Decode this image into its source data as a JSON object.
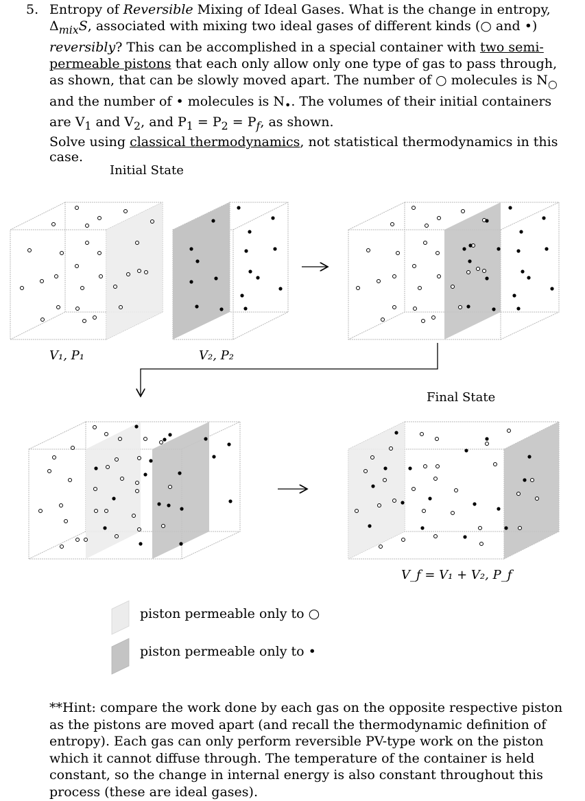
{
  "problem": {
    "number": "5.",
    "title_pre": "Entropy of ",
    "title_italic": "Reversible",
    "title_post": " Mixing of Ideal Gases. What is the change in entropy, Δ",
    "mix_sub": "mix",
    "s_var": "S",
    "line2": ", associated with mixing two ideal gases of different kinds (○ and •) ",
    "reversibly": "reversibly",
    "line3": "? This can be accomplished in a special container with ",
    "pistons_link": "two semi-permeable pistons",
    "line4": " that each only allow only one type of gas to pass through, as shown, that can be slowly moved apart. The number of ○ molecules is N",
    "n_open_sub": "○",
    "line5": " and the number of • molecules is N",
    "n_closed_sub": "•",
    "line6": ". The volumes of their initial containers are V",
    "v1_sub": "1",
    "and": " and V",
    "v2_sub": "2",
    "line7": ", and P",
    "p_eq": "1",
    "line8": " = P",
    "p2": "2",
    "line9": " = P",
    "pf": "f",
    "line10": ", as shown."
  },
  "solve": {
    "pre": "Solve using ",
    "link": "classical thermodynamics",
    "post": ", not statistical thermodynamics in this case."
  },
  "labels": {
    "initial_state": "Initial State",
    "final_state": "Final State",
    "v1p1": "V₁, P₁",
    "v2p2": "V₂, P₂",
    "vf": "V_f = V₁ + V₂, P_f"
  },
  "legend": {
    "light": "piston permeable only to ○",
    "dark": "piston permeable only to •"
  },
  "hint": "**Hint: compare the work done by each gas on the opposite respective piston as the pistons are moved apart (and recall the thermodynamic definition of entropy). Each gas can only perform reversible PV-type work on the piston which it cannot diffuse through. The temperature of the container is held constant, so the change in internal energy is also constant throughout this process (these are ideal gases).",
  "colors": {
    "light_piston": "#ececec",
    "dark_piston": "#c4c4c4",
    "edge": "#b0b0b0"
  }
}
